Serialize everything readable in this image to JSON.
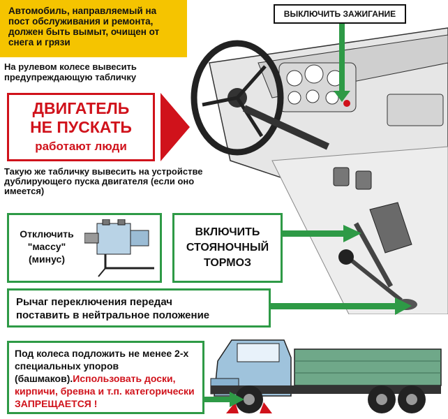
{
  "yellow_note": "Автомобиль, направляемый на пост обслуживания и ремонта, должен быть вымыт, очищен от снега и грязи",
  "hang_note": "На рулевом колесе вывесить предупреждающую табличку",
  "sign": {
    "line1": "ДВИГАТЕЛЬ",
    "line2": "НЕ ПУСКАТЬ",
    "line3": "работают люди"
  },
  "duplicate_note": "Такую же табличку вывесить на устройстве дублирующего пуска двигателя (если оно имеется)",
  "ignition_label": "ВЫКЛЮЧИТЬ ЗАЖИГАНИЕ",
  "mass": {
    "line1": "Отключить",
    "line2": "\"массу\"",
    "line3": "(минус)"
  },
  "brake": {
    "line1": "ВКЛЮЧИТЬ",
    "line2": "СТОЯНОЧНЫЙ",
    "line3": "ТОРМОЗ"
  },
  "gear": {
    "line1": "Рычаг переключения передач",
    "line2": "поставить в нейтральное положение"
  },
  "chock": {
    "black_text": "Под колеса подложить не менее 2-х специальных упоров (башмаков).",
    "red_text": "Использовать доски, кирпичи, бревна и т.п. категорически ЗАПРЕЩАЕТСЯ !"
  },
  "colors": {
    "yellow": "#f5c400",
    "red": "#d0121b",
    "green": "#2e9a46"
  },
  "icons": [
    "steering-wheel-icon",
    "dashboard-icon",
    "battery-switch-icon",
    "truck-icon",
    "wheel-chock-icon",
    "arrow-icon"
  ]
}
